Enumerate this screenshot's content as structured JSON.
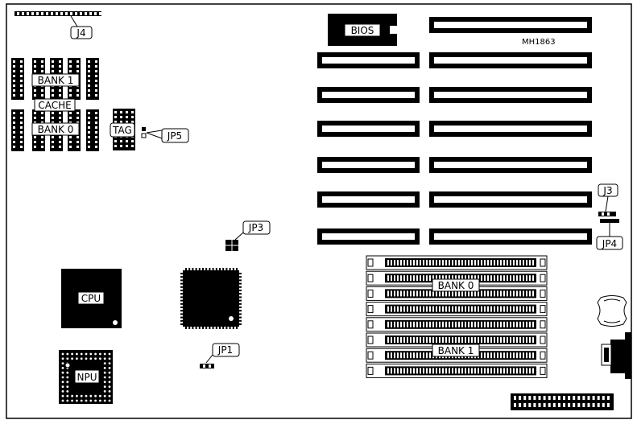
{
  "labels": {
    "j4": "J4",
    "bios": "BIOS",
    "model": "MH1863",
    "bank1_cache": "BANK 1",
    "cache": "CACHE",
    "bank0_cache": "BANK 0",
    "tag": "TAG",
    "jp5": "JP5",
    "jp3": "JP3",
    "j3": "J3",
    "jp4": "JP4",
    "cpu": "CPU",
    "npu": "NPU",
    "jp1": "JP1",
    "bank0_simm": "BANK 0",
    "bank1_simm": "BANK 1"
  }
}
